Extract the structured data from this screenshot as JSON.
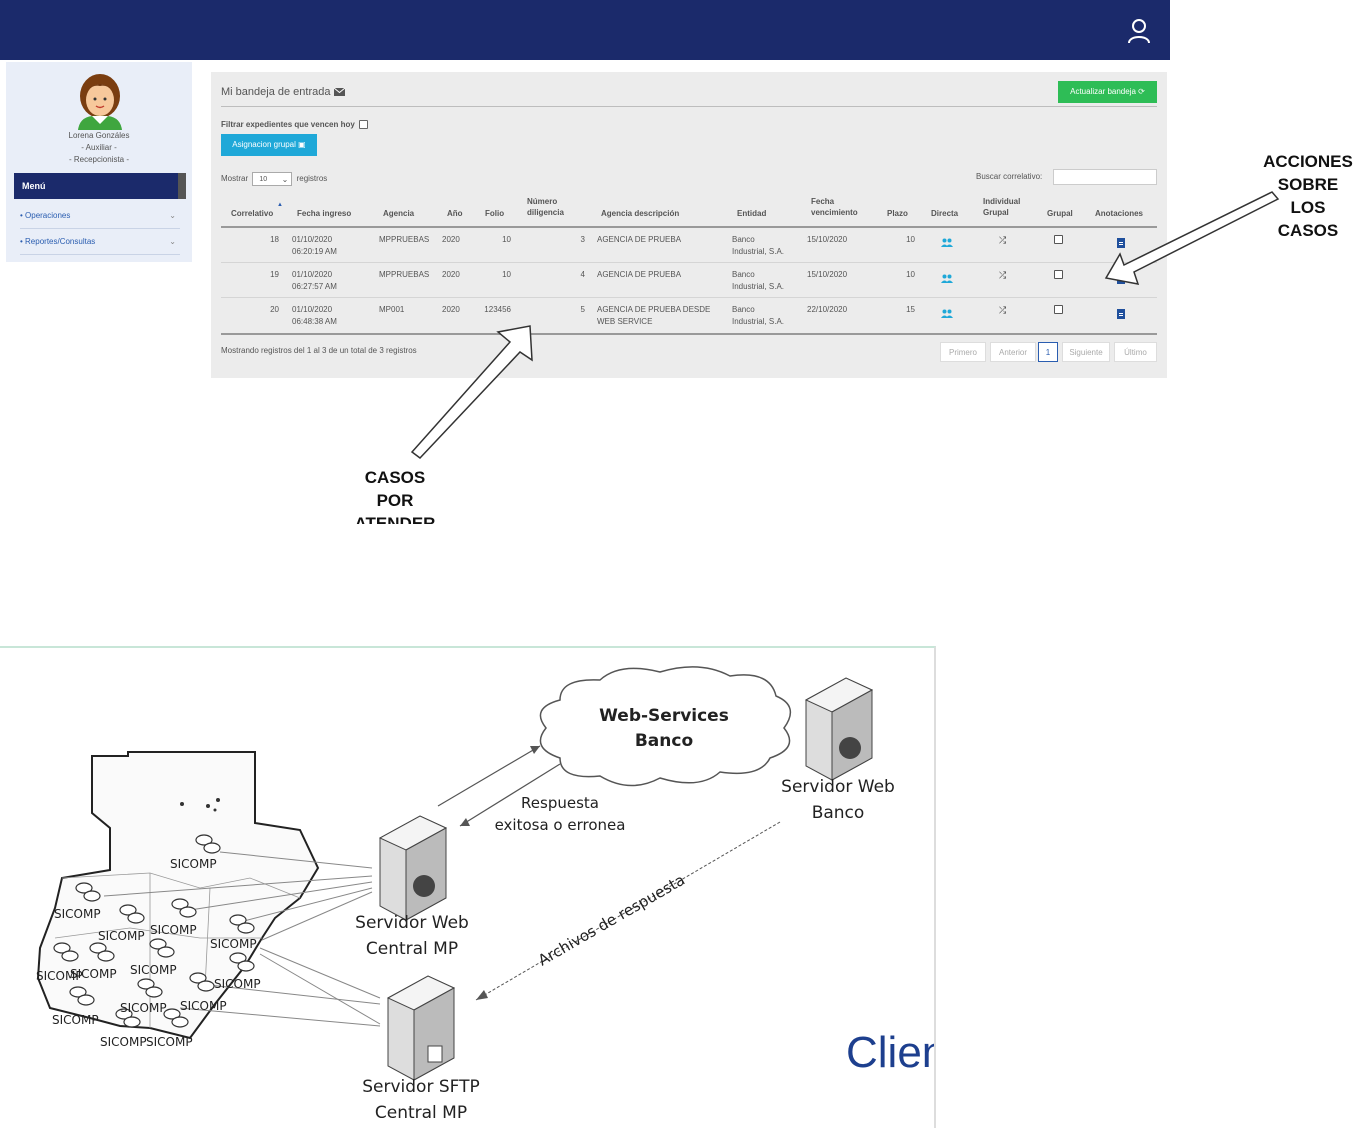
{
  "app": {
    "header": {
      "user_icon": "user-icon"
    },
    "sidebar": {
      "user_name": "Lorena Gonzáles",
      "user_role1": "- Auxiliar -",
      "user_role2": "- Recepcionista -",
      "menu_title": "Menú",
      "items": [
        {
          "label": "• Operaciones"
        },
        {
          "label": "• Reportes/Consultas"
        }
      ]
    },
    "panel": {
      "title": "Mi bandeja de entrada",
      "refresh_button": "Actualizar bandeja",
      "filter_label": "Filtrar expedientes que vencen hoy",
      "group_assign_button": "Asignacion grupal",
      "show_prefix": "Mostrar",
      "page_size": "10",
      "show_suffix": "registros",
      "search_label": "Buscar correlativo:",
      "search_value": "",
      "columns": [
        "Correlativo",
        "Fecha ingreso",
        "Agencia",
        "Año",
        "Folio",
        "Número diligencia",
        "Agencia descripción",
        "Entidad",
        "Fecha vencimiento",
        "Plazo",
        "Directa",
        "Individual Grupal",
        "Grupal",
        "Anotaciones"
      ],
      "rows": [
        {
          "correlativo": "18",
          "fecha1": "01/10/2020",
          "fecha2": "06:20:19 AM",
          "agencia": "MPPRUEBAS",
          "anio": "2020",
          "folio": "10",
          "numero": "3",
          "desc1": "AGENCIA DE PRUEBA",
          "desc2": "",
          "entidad1": "Banco",
          "entidad2": "Industrial, S.A.",
          "vencimiento": "15/10/2020",
          "plazo": "10"
        },
        {
          "correlativo": "19",
          "fecha1": "01/10/2020",
          "fecha2": "06:27:57 AM",
          "agencia": "MPPRUEBAS",
          "anio": "2020",
          "folio": "10",
          "numero": "4",
          "desc1": "AGENCIA DE PRUEBA",
          "desc2": "",
          "entidad1": "Banco",
          "entidad2": "Industrial, S.A.",
          "vencimiento": "15/10/2020",
          "plazo": "10"
        },
        {
          "correlativo": "20",
          "fecha1": "01/10/2020",
          "fecha2": "06:48:38 AM",
          "agencia": "MP001",
          "anio": "2020",
          "folio": "123456",
          "numero": "5",
          "desc1": "AGENCIA DE PRUEBA DESDE",
          "desc2": "WEB SERVICE",
          "entidad1": "Banco",
          "entidad2": "Industrial, S.A.",
          "vencimiento": "22/10/2020",
          "plazo": "15"
        }
      ],
      "info": "Mostrando registros del 1 al 3 de un total de 3 registros",
      "pagination": [
        "Primero",
        "Anterior",
        "1",
        "Siguiente",
        "Último"
      ]
    }
  },
  "callouts": {
    "acciones": [
      "ACCIONES",
      "SOBRE",
      "LOS",
      "CASOS"
    ],
    "casos": [
      "CASOS",
      "POR",
      "ATENDER"
    ]
  },
  "diagram": {
    "cloud": [
      "Web-Services",
      "Banco"
    ],
    "servidor_web_banco": [
      "Servidor Web",
      "Banco"
    ],
    "respuesta": [
      "Respuesta",
      "exitosa o erronea"
    ],
    "servidor_web_central": [
      "Servidor Web",
      "Central MP"
    ],
    "archivos": "Archivos de respuesta",
    "servidor_sftp": [
      "Servidor SFTP",
      "Central MP"
    ],
    "sicomp": "SICOMP",
    "clien": "Clien"
  },
  "colors": {
    "header": "#1b2a6b",
    "refresh_button": "#2ebd56",
    "assign_button": "#1fa8d8",
    "clien_text": "#1d3f8e"
  }
}
